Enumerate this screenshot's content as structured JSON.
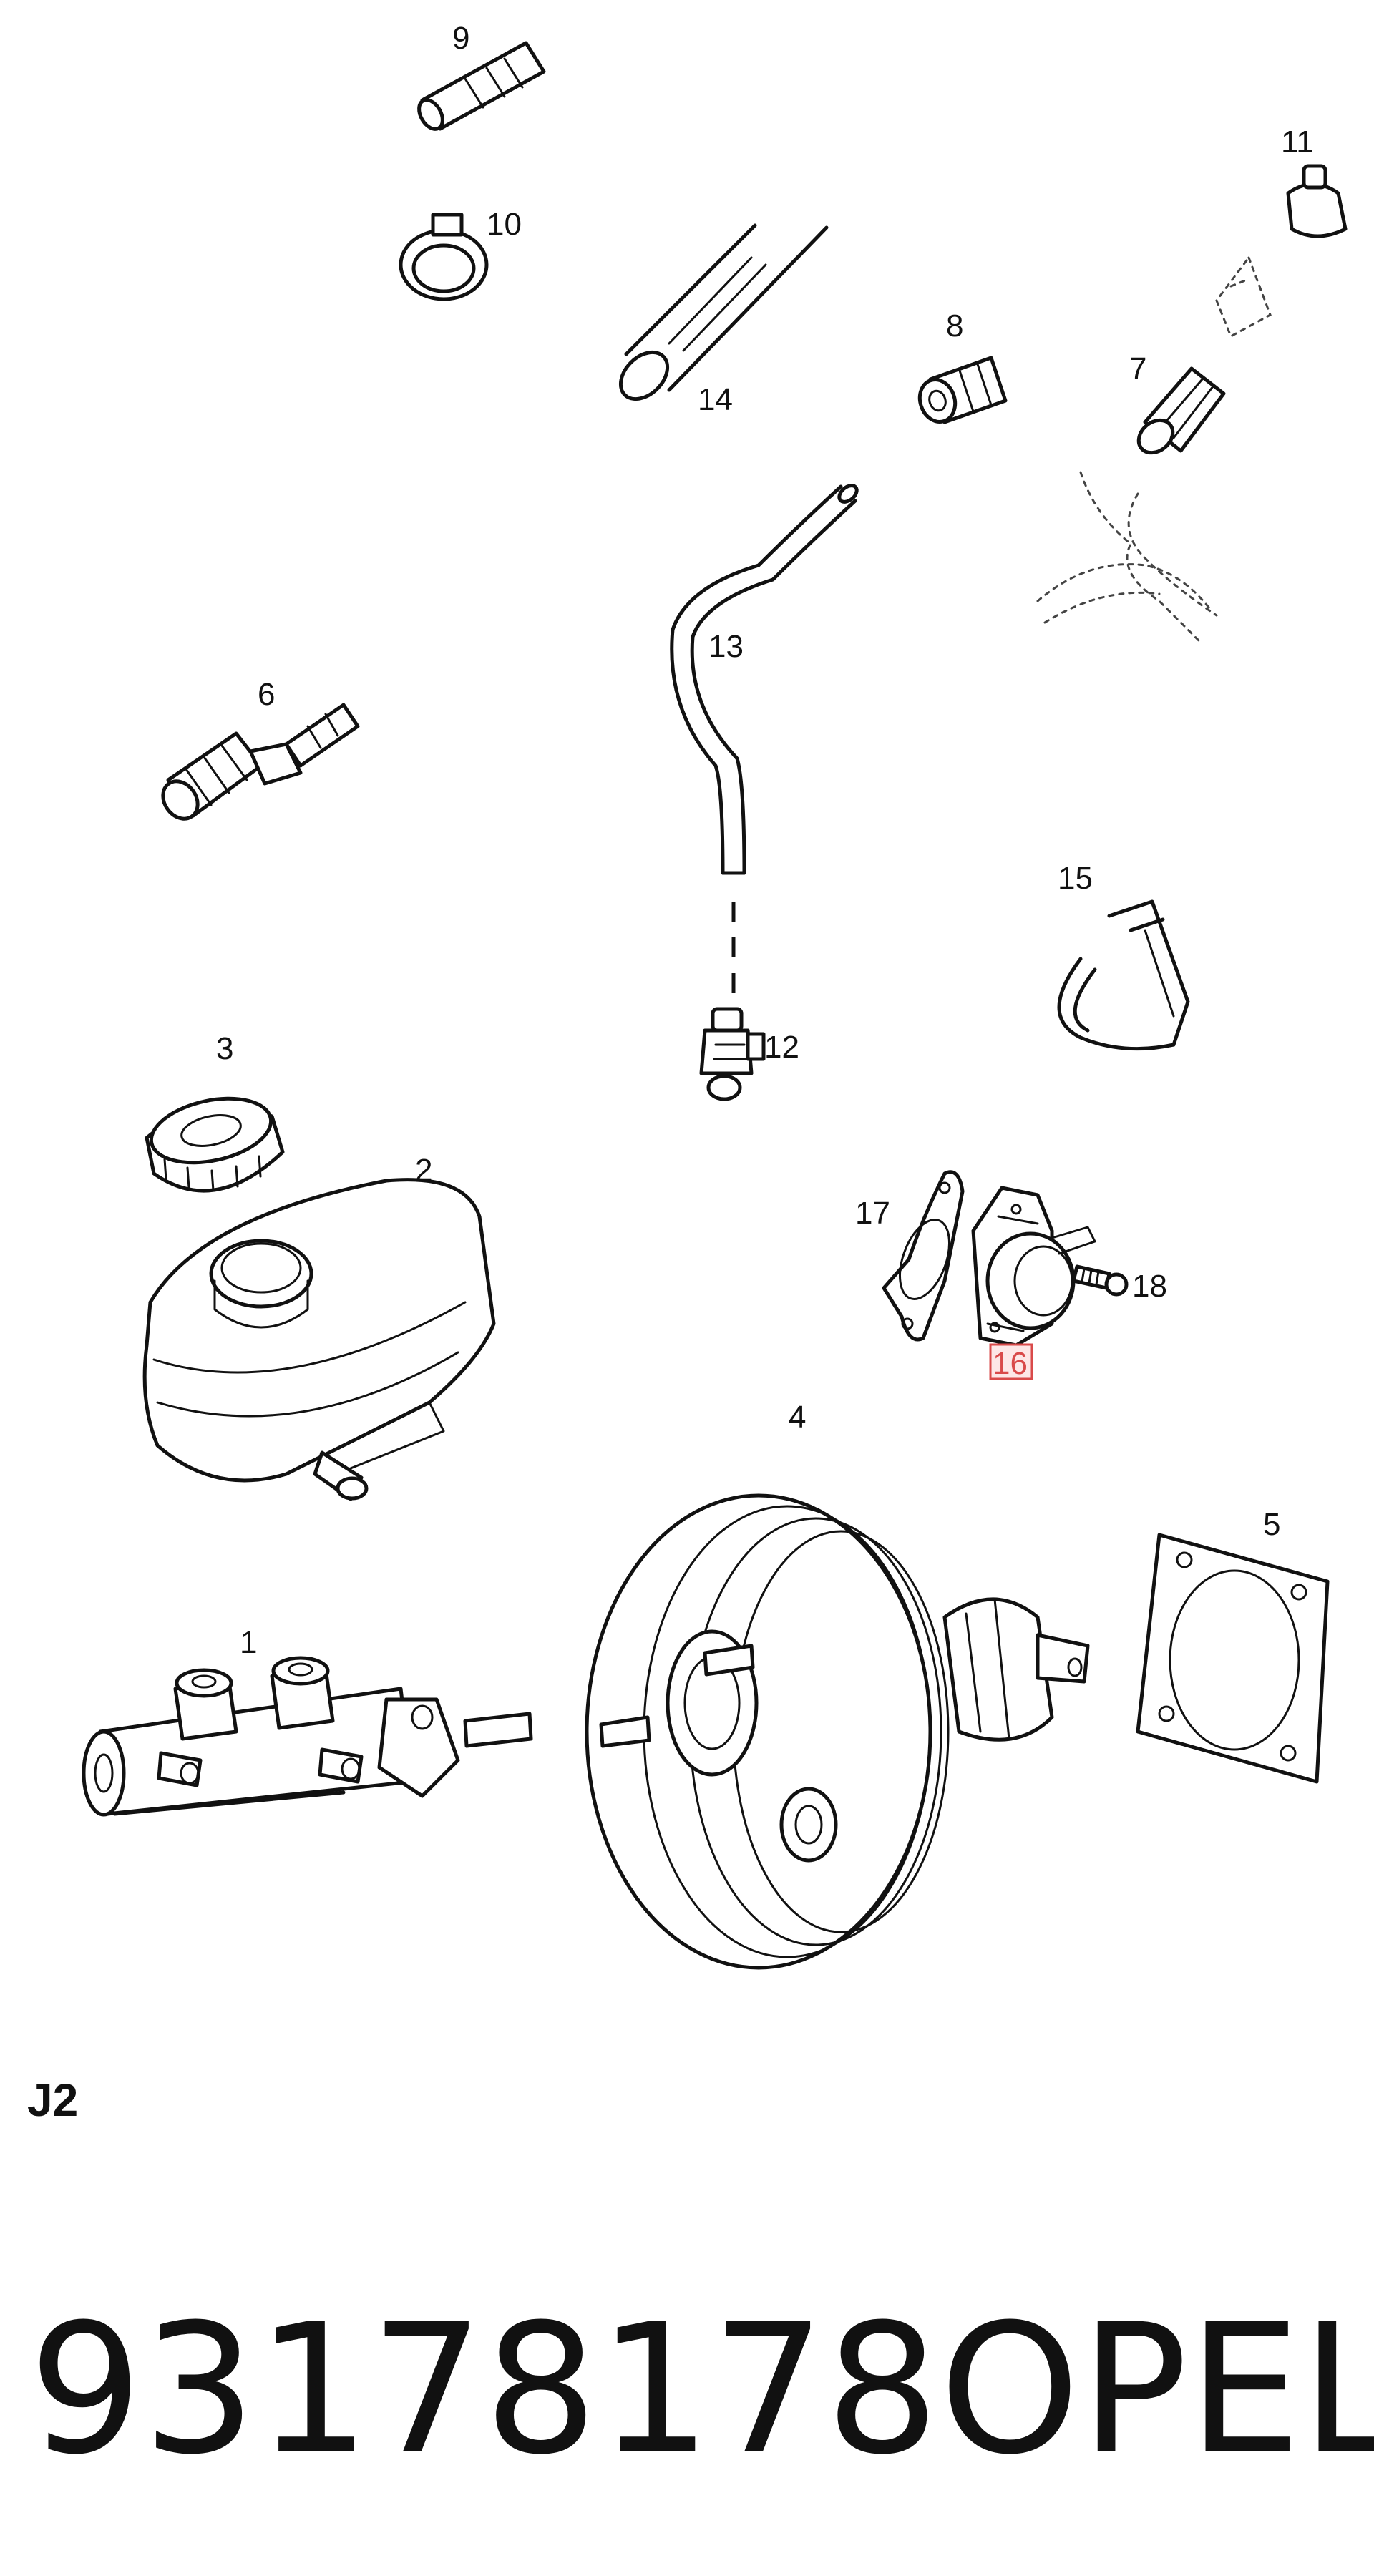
{
  "callouts": {
    "c1": "1",
    "c2": "2",
    "c3": "3",
    "c4": "4",
    "c5": "5",
    "c6": "6",
    "c7": "7",
    "c8": "8",
    "c9": "9",
    "c10": "10",
    "c11": "11",
    "c12": "12",
    "c13": "13",
    "c14": "14",
    "c15": "15",
    "c16": "16",
    "c17": "17",
    "c18": "18"
  },
  "highlight": {
    "part": "16",
    "color": "#d94a4a"
  },
  "section_code": "J2",
  "footer": {
    "part_number": "93178178",
    "brand": "OPEL"
  }
}
